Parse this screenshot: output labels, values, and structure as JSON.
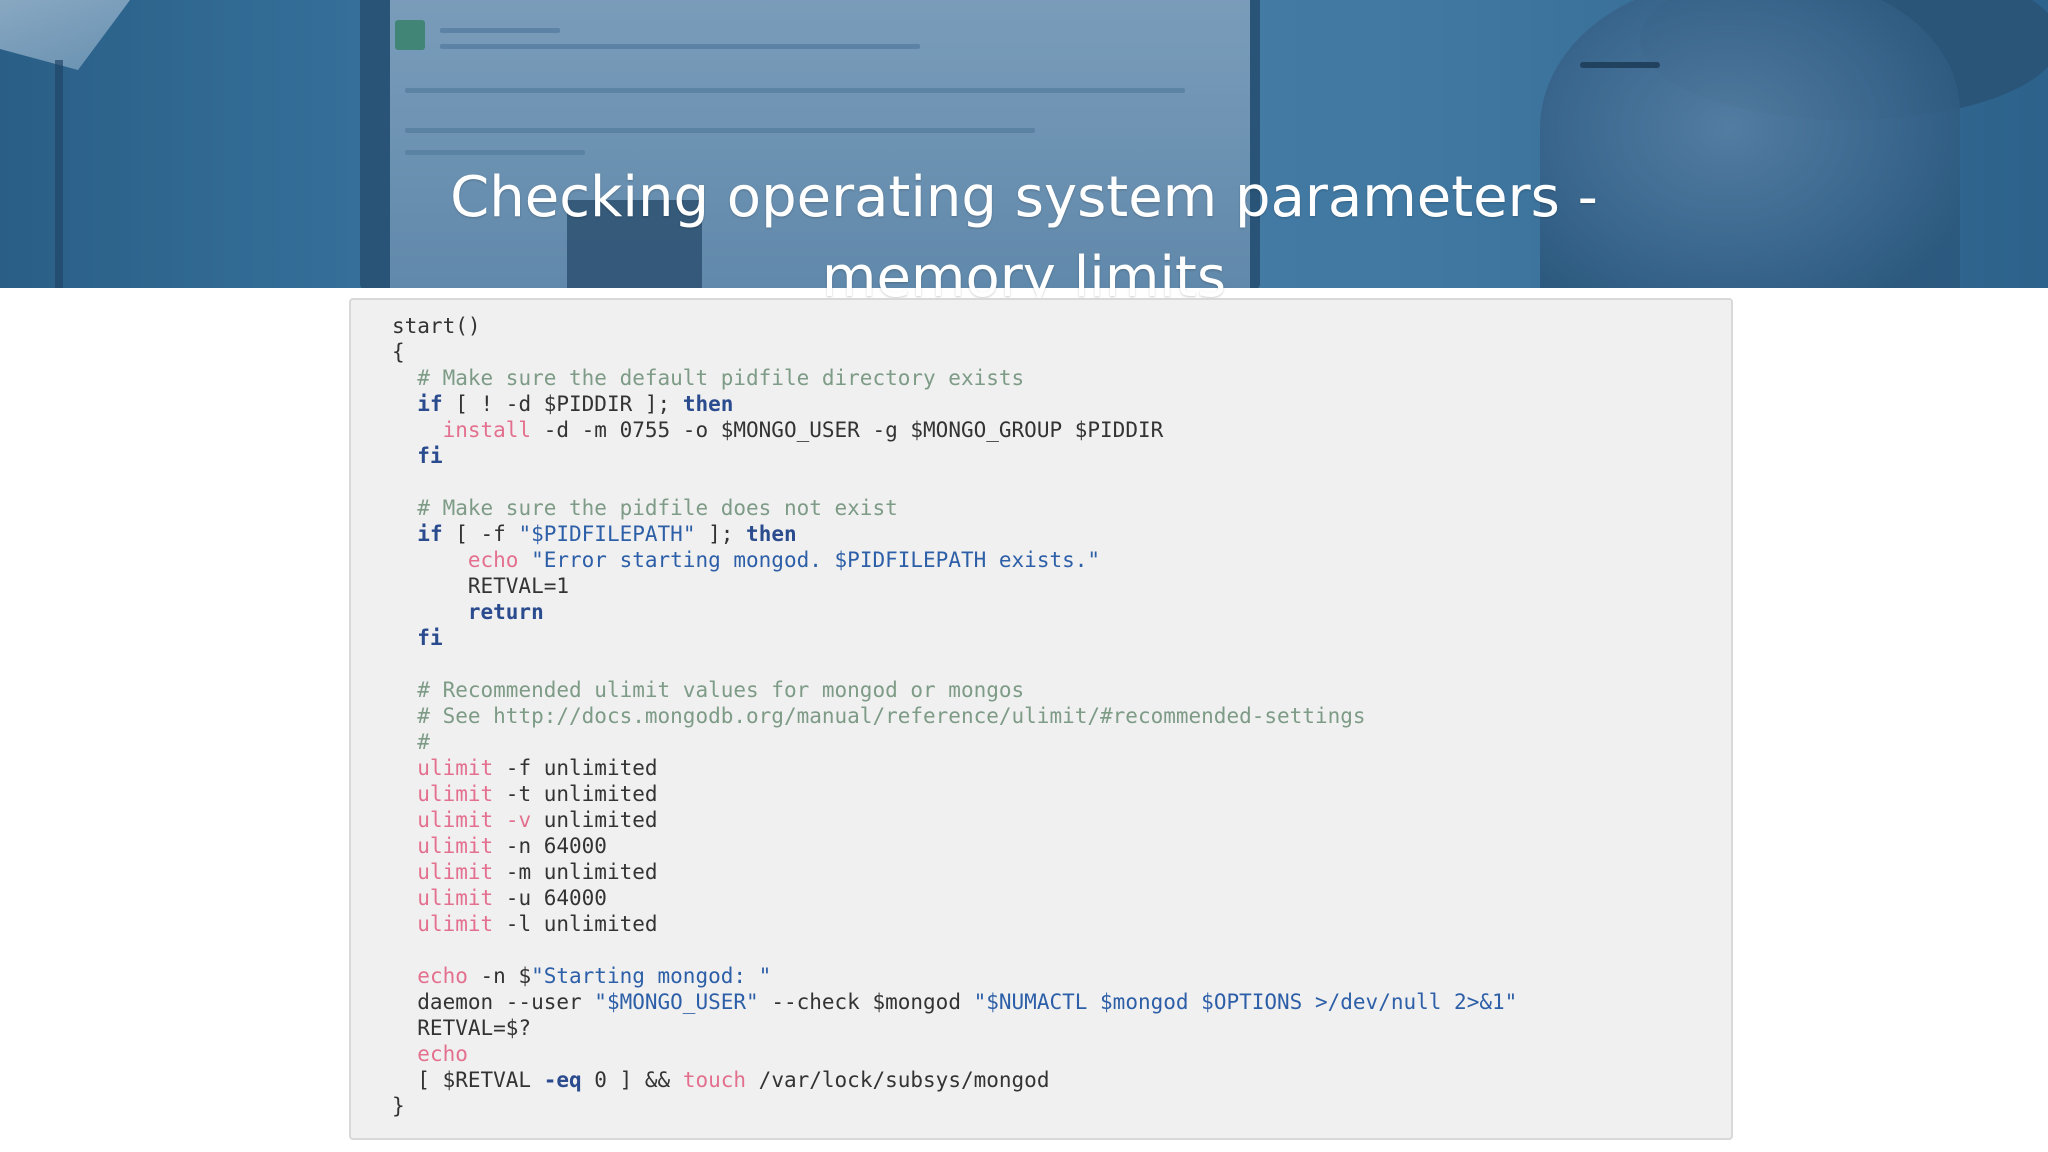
{
  "colors": {
    "banner_base": "#3d7aa2",
    "title_text": "#ffffff",
    "code_background": "#f0f0f0",
    "code_border": "#d8d8d8",
    "plain": "#333333",
    "comment": "#7d9b86",
    "keyword": "#2a4b8d",
    "builtin": "#e3708f",
    "string": "#2d5fa8"
  },
  "header": {
    "title_line_1": "Checking operating system parameters -",
    "title_line_2": "memory limits"
  },
  "code": {
    "lines": [
      [
        {
          "t": "plain",
          "s": "start()"
        }
      ],
      [
        {
          "t": "plain",
          "s": "{"
        }
      ],
      [
        {
          "t": "plain",
          "s": "  "
        },
        {
          "t": "comment",
          "s": "# Make sure the default pidfile directory exists"
        }
      ],
      [
        {
          "t": "plain",
          "s": "  "
        },
        {
          "t": "keyword",
          "s": "if"
        },
        {
          "t": "plain",
          "s": " [ ! -d $PIDDIR ]; "
        },
        {
          "t": "keyword",
          "s": "then"
        }
      ],
      [
        {
          "t": "plain",
          "s": "    "
        },
        {
          "t": "builtin",
          "s": "install"
        },
        {
          "t": "plain",
          "s": " -d -m 0755 -o $MONGO_USER -g $MONGO_GROUP $PIDDIR"
        }
      ],
      [
        {
          "t": "plain",
          "s": "  "
        },
        {
          "t": "keyword",
          "s": "fi"
        }
      ],
      [],
      [
        {
          "t": "plain",
          "s": "  "
        },
        {
          "t": "comment",
          "s": "# Make sure the pidfile does not exist"
        }
      ],
      [
        {
          "t": "plain",
          "s": "  "
        },
        {
          "t": "keyword",
          "s": "if"
        },
        {
          "t": "plain",
          "s": " [ -f "
        },
        {
          "t": "string",
          "s": "\"$PIDFILEPATH\""
        },
        {
          "t": "plain",
          "s": " ]; "
        },
        {
          "t": "keyword",
          "s": "then"
        }
      ],
      [
        {
          "t": "plain",
          "s": "      "
        },
        {
          "t": "builtin",
          "s": "echo"
        },
        {
          "t": "plain",
          "s": " "
        },
        {
          "t": "string",
          "s": "\"Error starting mongod. $PIDFILEPATH exists.\""
        }
      ],
      [
        {
          "t": "plain",
          "s": "      RETVAL=1"
        }
      ],
      [
        {
          "t": "plain",
          "s": "      "
        },
        {
          "t": "keyword",
          "s": "return"
        }
      ],
      [
        {
          "t": "plain",
          "s": "  "
        },
        {
          "t": "keyword",
          "s": "fi"
        }
      ],
      [],
      [
        {
          "t": "plain",
          "s": "  "
        },
        {
          "t": "comment",
          "s": "# Recommended ulimit values for mongod or mongos"
        }
      ],
      [
        {
          "t": "plain",
          "s": "  "
        },
        {
          "t": "comment",
          "s": "# See http://docs.mongodb.org/manual/reference/ulimit/#recommended-settings"
        }
      ],
      [
        {
          "t": "plain",
          "s": "  "
        },
        {
          "t": "comment",
          "s": "#"
        }
      ],
      [
        {
          "t": "plain",
          "s": "  "
        },
        {
          "t": "builtin",
          "s": "ulimit"
        },
        {
          "t": "plain",
          "s": " -f unlimited"
        }
      ],
      [
        {
          "t": "plain",
          "s": "  "
        },
        {
          "t": "builtin",
          "s": "ulimit"
        },
        {
          "t": "plain",
          "s": " -t unlimited"
        }
      ],
      [
        {
          "t": "plain",
          "s": "  "
        },
        {
          "t": "builtin",
          "s": "ulimit"
        },
        {
          "t": "plain",
          "s": " "
        },
        {
          "t": "builtin",
          "s": "-v"
        },
        {
          "t": "plain",
          "s": " unlimited"
        }
      ],
      [
        {
          "t": "plain",
          "s": "  "
        },
        {
          "t": "builtin",
          "s": "ulimit"
        },
        {
          "t": "plain",
          "s": " -n 64000"
        }
      ],
      [
        {
          "t": "plain",
          "s": "  "
        },
        {
          "t": "builtin",
          "s": "ulimit"
        },
        {
          "t": "plain",
          "s": " -m unlimited"
        }
      ],
      [
        {
          "t": "plain",
          "s": "  "
        },
        {
          "t": "builtin",
          "s": "ulimit"
        },
        {
          "t": "plain",
          "s": " -u 64000"
        }
      ],
      [
        {
          "t": "plain",
          "s": "  "
        },
        {
          "t": "builtin",
          "s": "ulimit"
        },
        {
          "t": "plain",
          "s": " -l unlimited"
        }
      ],
      [],
      [
        {
          "t": "plain",
          "s": "  "
        },
        {
          "t": "builtin",
          "s": "echo"
        },
        {
          "t": "plain",
          "s": " -n $"
        },
        {
          "t": "string",
          "s": "\"Starting mongod: \""
        }
      ],
      [
        {
          "t": "plain",
          "s": "  daemon --user "
        },
        {
          "t": "string",
          "s": "\"$MONGO_USER\""
        },
        {
          "t": "plain",
          "s": " --check $mongod "
        },
        {
          "t": "string",
          "s": "\"$NUMACTL $mongod $OPTIONS >/dev/null 2>&1\""
        }
      ],
      [
        {
          "t": "plain",
          "s": "  RETVAL=$?"
        }
      ],
      [
        {
          "t": "plain",
          "s": "  "
        },
        {
          "t": "builtin",
          "s": "echo"
        }
      ],
      [
        {
          "t": "plain",
          "s": "  [ $RETVAL "
        },
        {
          "t": "keyword",
          "s": "-eq"
        },
        {
          "t": "plain",
          "s": " 0 ] && "
        },
        {
          "t": "builtin",
          "s": "touch"
        },
        {
          "t": "plain",
          "s": " /var/lock/subsys/mongod"
        }
      ],
      [
        {
          "t": "plain",
          "s": "}"
        }
      ]
    ]
  }
}
